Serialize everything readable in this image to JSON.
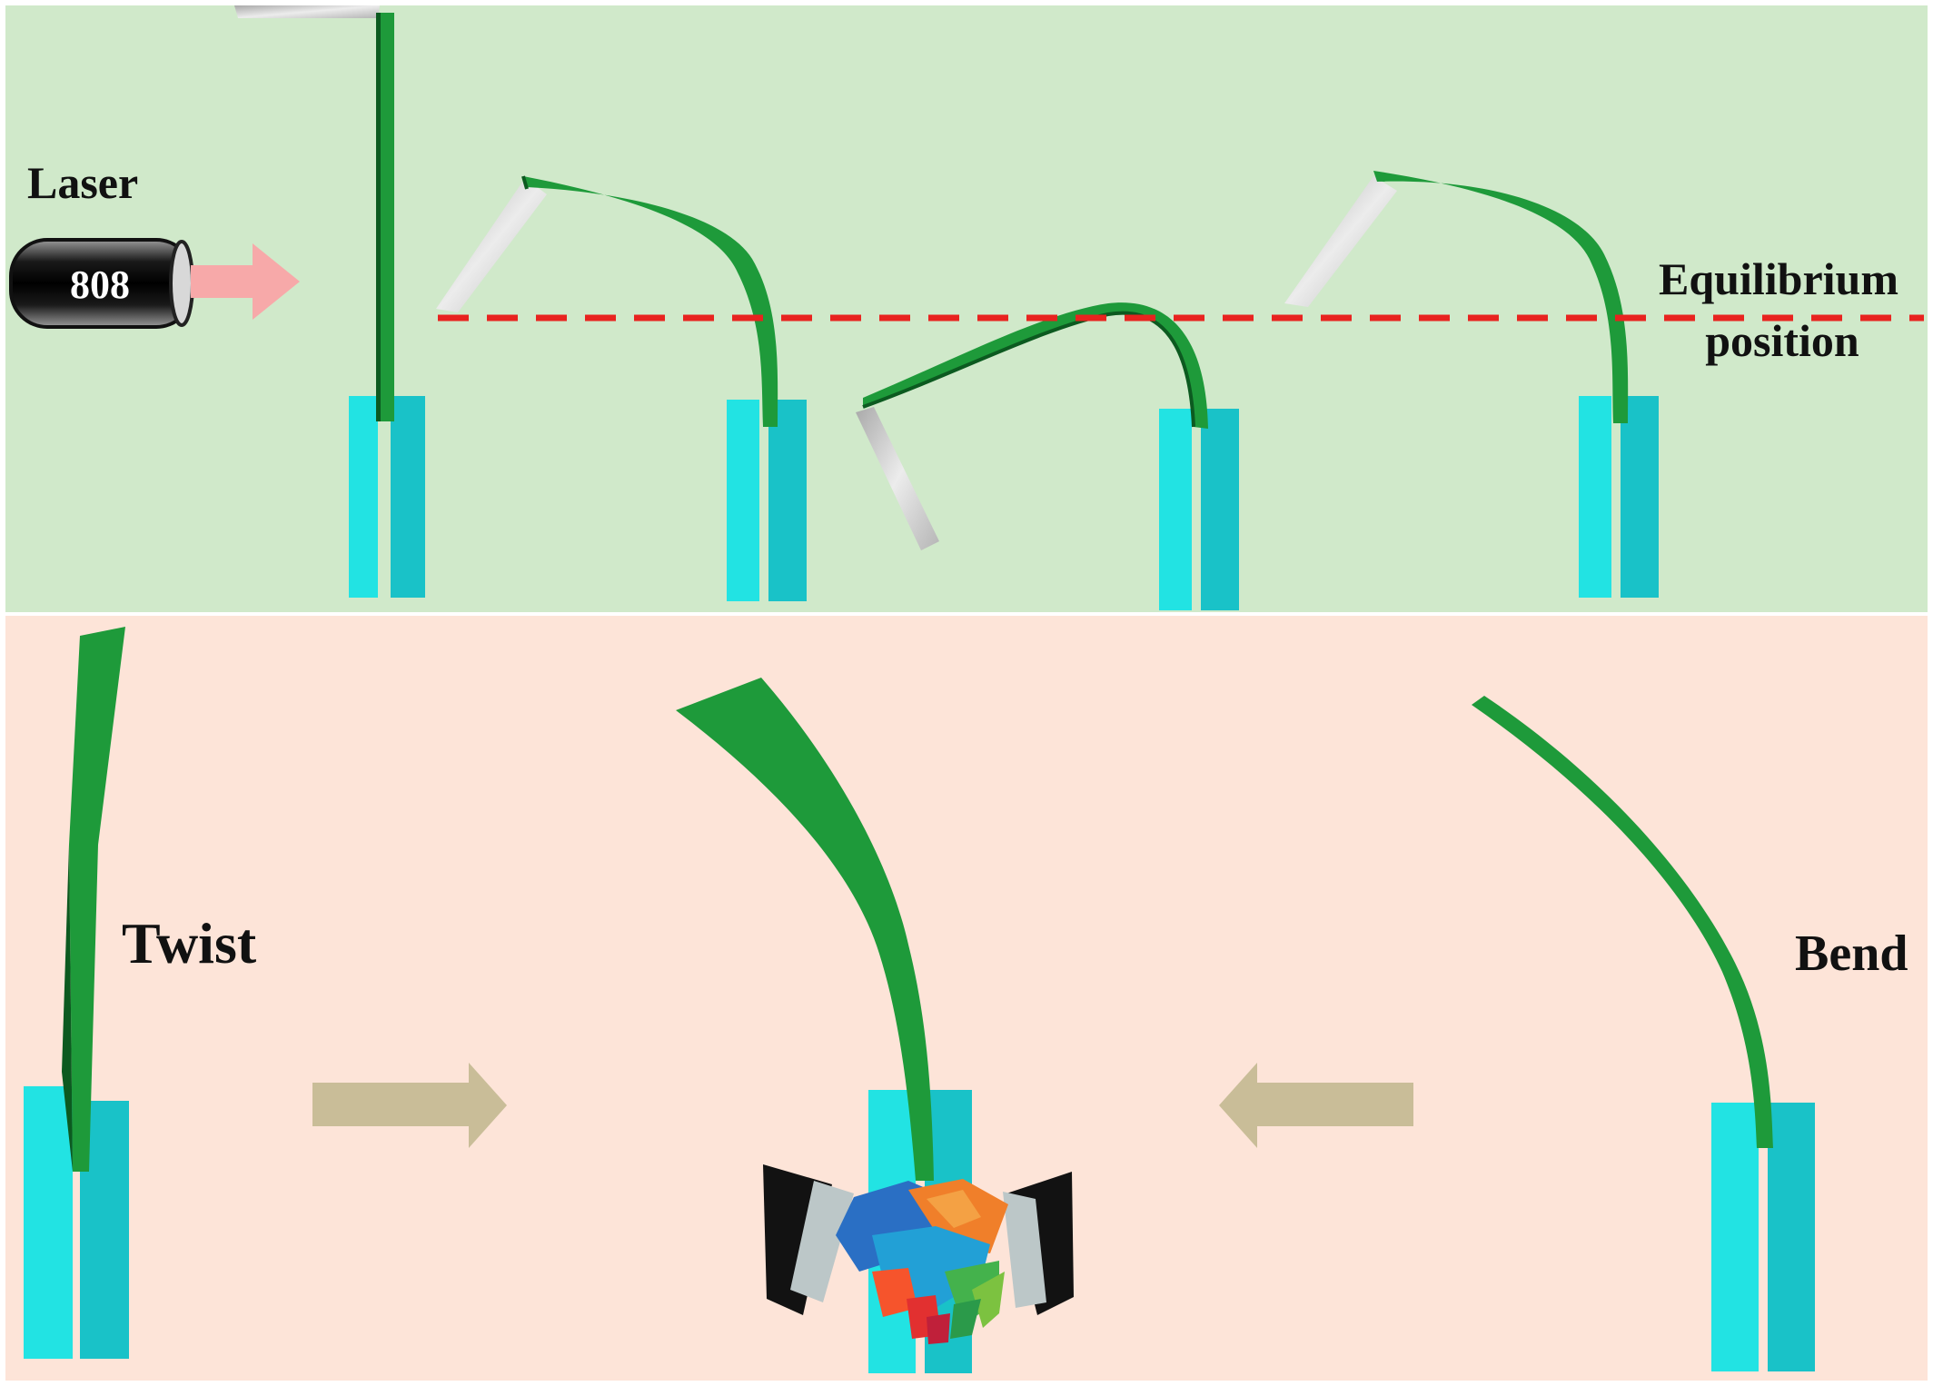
{
  "labels": {
    "laser": "Laser",
    "laser_wavelength": "808",
    "equilibrium_line1": "Equilibrium",
    "equilibrium_line2": "position",
    "twist": "Twist",
    "bend": "Bend"
  },
  "colors": {
    "top_panel": "#d0e9ca",
    "bottom_panel": "#fde4d8",
    "clamp": "#22e3e3",
    "clamp_dark": "#19c2c8",
    "strip": "#1e9a3a",
    "strip_dark": "#0c5a20",
    "laser_beam": "#f7a9a9",
    "equilibrium_line": "#e8231f",
    "arrow": "#c9bd98",
    "plate": "#c4c4c4"
  },
  "icons": {
    "laser_device": "laser-device-icon",
    "beam_arrow": "beam-arrow-icon",
    "handshake": "handshake-icon"
  }
}
